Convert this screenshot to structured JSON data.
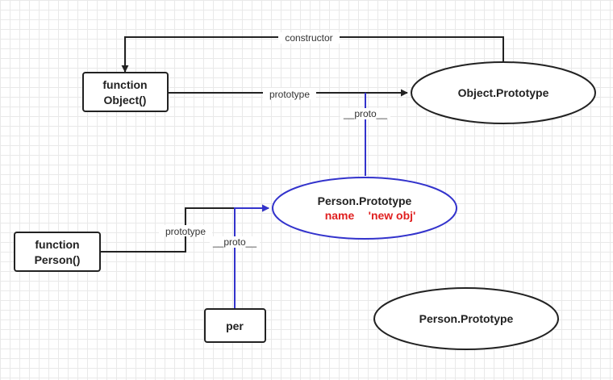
{
  "nodes": {
    "function_object": {
      "line1": "function",
      "line2": "Object()"
    },
    "object_prototype": {
      "label": "Object.Prototype"
    },
    "person_prototype": {
      "line1": "Person.Prototype",
      "prop_name": "name",
      "prop_value": "'new obj'"
    },
    "function_person": {
      "line1": "function",
      "line2": "Person()"
    },
    "per": {
      "label": "per"
    },
    "person_prototype_2": {
      "label": "Person.Prototype"
    }
  },
  "edges": {
    "constructor": "constructor",
    "object_prototype_link": "prototype",
    "proto_person_to_object": "__proto__",
    "person_prototype_link": "prototype",
    "proto_per_to_person": "__proto__"
  },
  "colors": {
    "stroke": "#222222",
    "proto_link": "#3333cc",
    "highlight_text": "#e02020"
  }
}
